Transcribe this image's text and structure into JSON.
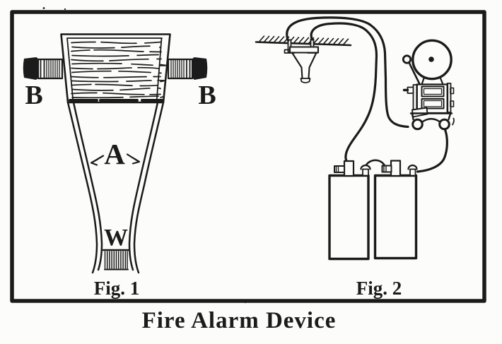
{
  "figure": {
    "title": "Fire Alarm Device",
    "fig1": {
      "caption": "Fig. 1",
      "labels": {
        "left_b": "B",
        "right_b": "B",
        "a": "A",
        "w": "W"
      }
    },
    "fig2": {
      "caption": "Fig. 2"
    }
  },
  "colors": {
    "ink": "#1b1b1b",
    "paper": "#fcfcfa"
  }
}
